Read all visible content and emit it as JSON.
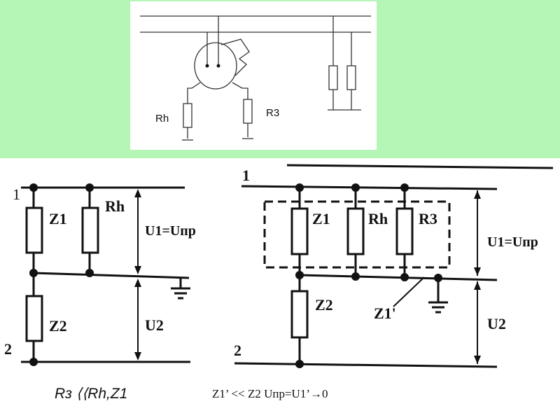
{
  "colors": {
    "background_band": "#b5f5b5",
    "ink": "#111111"
  },
  "top_schematic": {
    "label_rh": "Rh",
    "label_r3": "R3"
  },
  "left_circuit": {
    "node_1": "1",
    "node_2": "2",
    "z1": "Z1",
    "rh": "Rh",
    "z2": "Z2",
    "u1": "U1=Uпр",
    "u2": "U2"
  },
  "right_circuit": {
    "node_1": "1",
    "node_2": "2",
    "z1": "Z1",
    "rh": "Rh",
    "r3": "R3",
    "z1prime": "Z1'",
    "z2": "Z2",
    "u1": "U1=Uпр",
    "u2": "U2"
  },
  "formulas": {
    "formula_a": "Rз ⟨⟨Rh,Z1",
    "formula_b": "Z1’ << Z2     Uпр=U1’→0"
  }
}
